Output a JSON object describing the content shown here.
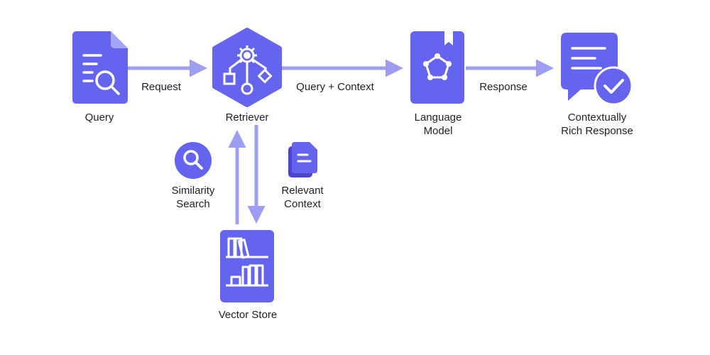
{
  "nodes": {
    "query": {
      "label": "Query",
      "icon": "document-search-icon"
    },
    "retriever": {
      "label": "Retriever",
      "icon": "workflow-gear-icon"
    },
    "language_model": {
      "label_line1": "Language",
      "label_line2": "Model",
      "icon": "model-book-icon"
    },
    "response": {
      "label_line1": "Contextually",
      "label_line2": "Rich Response",
      "icon": "chat-check-icon"
    },
    "vector_store": {
      "label": "Vector Store",
      "icon": "bookshelf-icon"
    }
  },
  "edges": {
    "request": "Request",
    "query_context": "Query + Context",
    "response": "Response",
    "similarity_line1": "Similarity",
    "similarity_line2": "Search",
    "relevant_line1": "Relevant",
    "relevant_line2": "Context"
  },
  "side_icons": {
    "similarity": "magnifier-icon",
    "relevant": "documents-icon"
  },
  "colors": {
    "accent": "#6464ee",
    "arrow": "#9d9df2",
    "text": "#1f1f28",
    "background": "#ffffff"
  }
}
